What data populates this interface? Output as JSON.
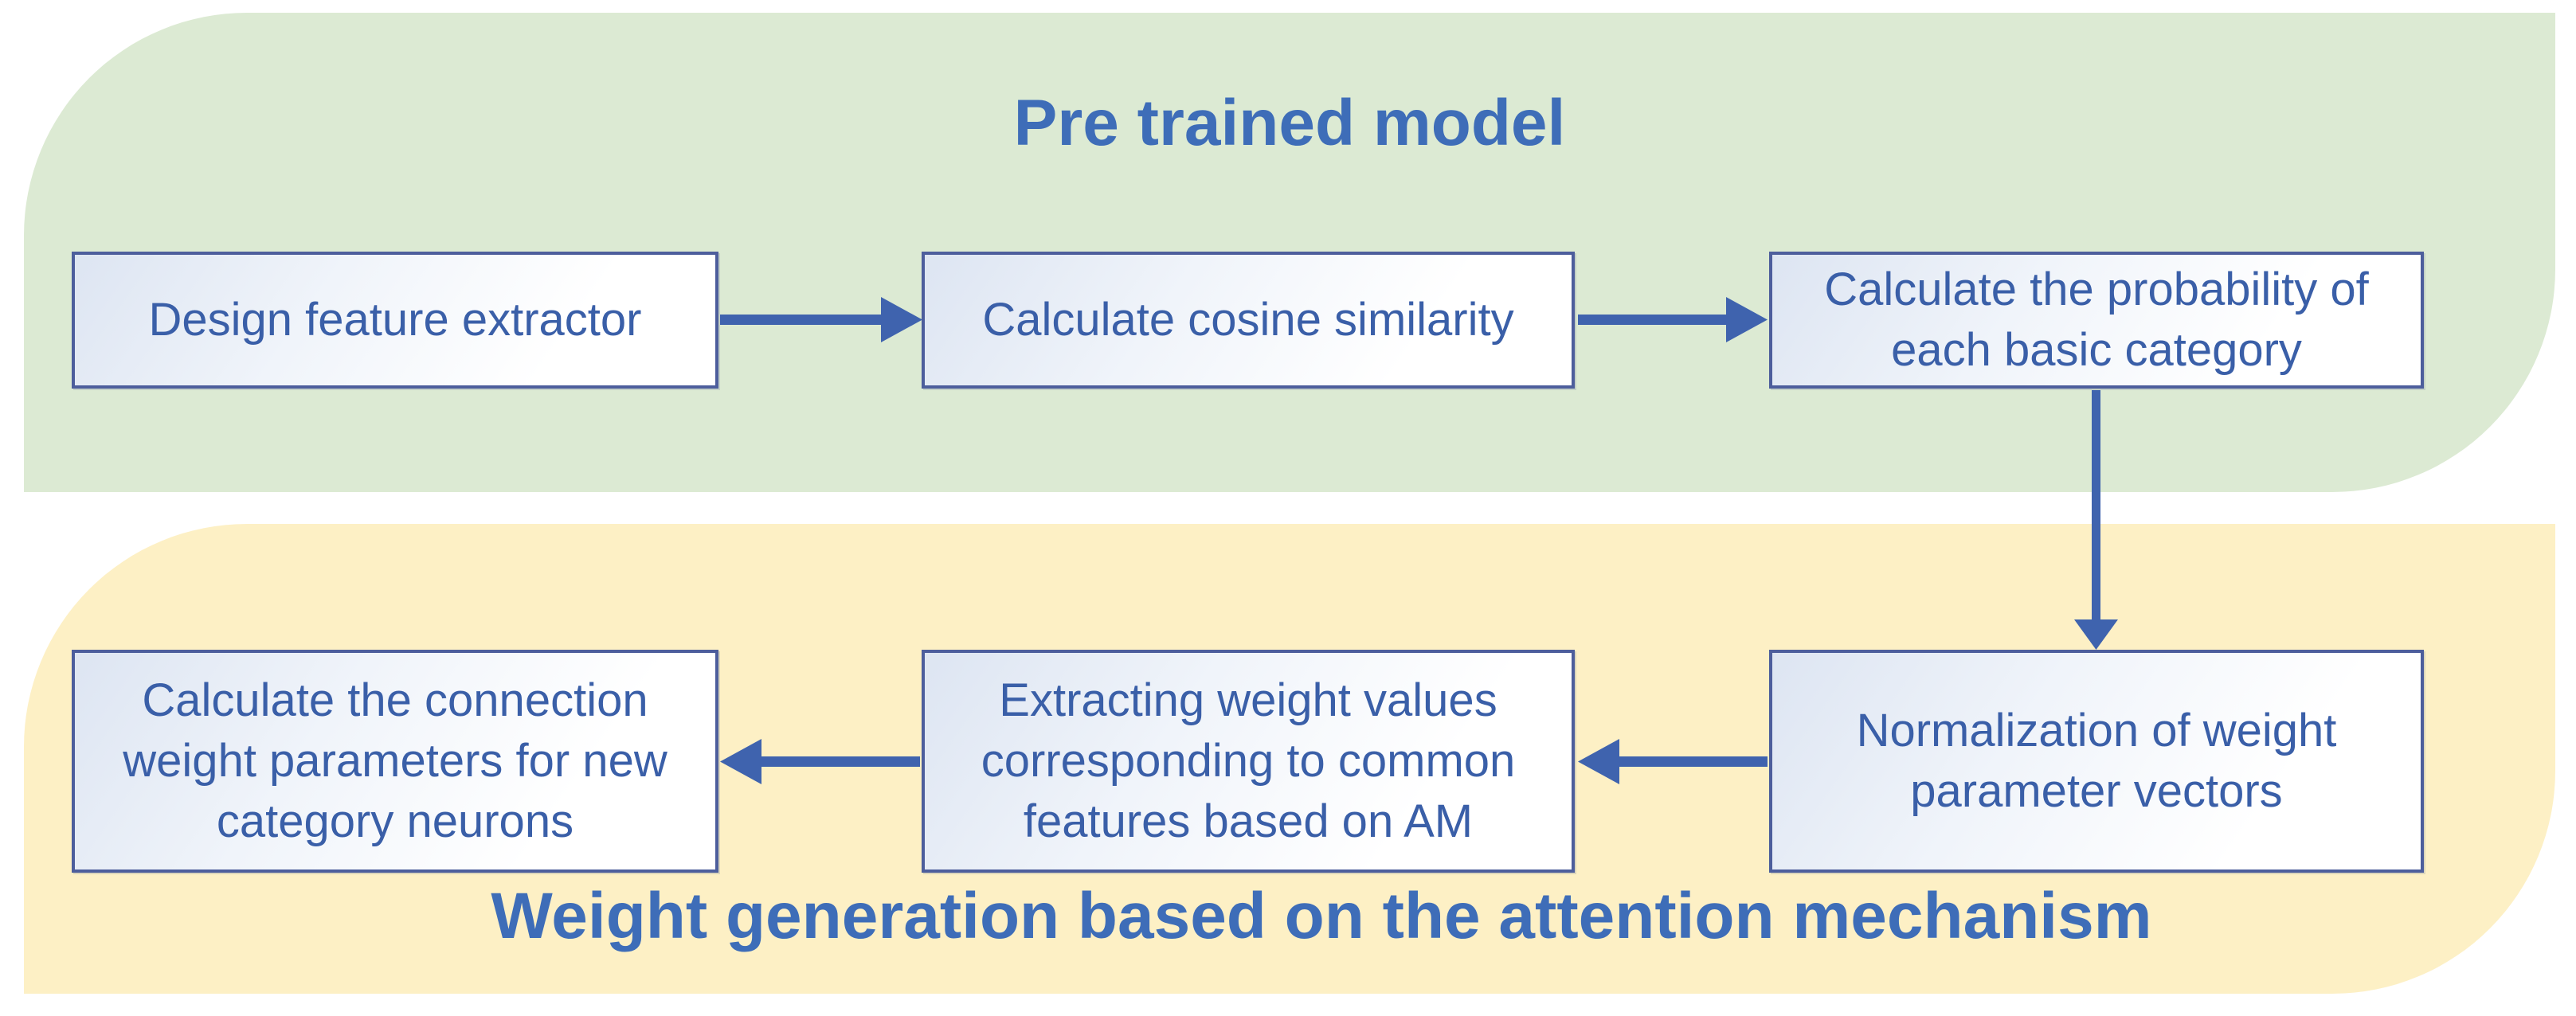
{
  "sections": {
    "pretrained": {
      "title": "Pre trained model",
      "bg_color": "#dcead3",
      "boxes": [
        {
          "label": "Design feature extractor"
        },
        {
          "label": "Calculate cosine similarity"
        },
        {
          "label": "Calculate the probability of\neach basic category"
        }
      ]
    },
    "weight_generation": {
      "title": "Weight generation based on the attention mechanism",
      "bg_color": "#fdf0c5",
      "boxes": [
        {
          "label": "Calculate the connection\nweight parameters for new\ncategory neurons"
        },
        {
          "label": "Extracting weight values\ncorresponding to common\nfeatures based on AM"
        },
        {
          "label": "Normalization of weight\nparameter vectors"
        }
      ]
    }
  },
  "flow": {
    "arrows": [
      {
        "name": "design-to-cosine",
        "direction": "right"
      },
      {
        "name": "cosine-to-probability",
        "direction": "right"
      },
      {
        "name": "probability-to-normalization",
        "direction": "down"
      },
      {
        "name": "normalization-to-extracting",
        "direction": "left"
      },
      {
        "name": "extracting-to-connection",
        "direction": "left"
      }
    ]
  },
  "colors": {
    "pretrained_panel_bg": "#dcead3",
    "weight_panel_bg": "#fdf0c5",
    "box_border": "#4d5e9c",
    "box_fill_tint": "#dde5f2",
    "box_text": "#3a5fa8",
    "title_text": "#3e6db8",
    "arrow": "#3f63ae",
    "page_bg": "#ffffff"
  }
}
